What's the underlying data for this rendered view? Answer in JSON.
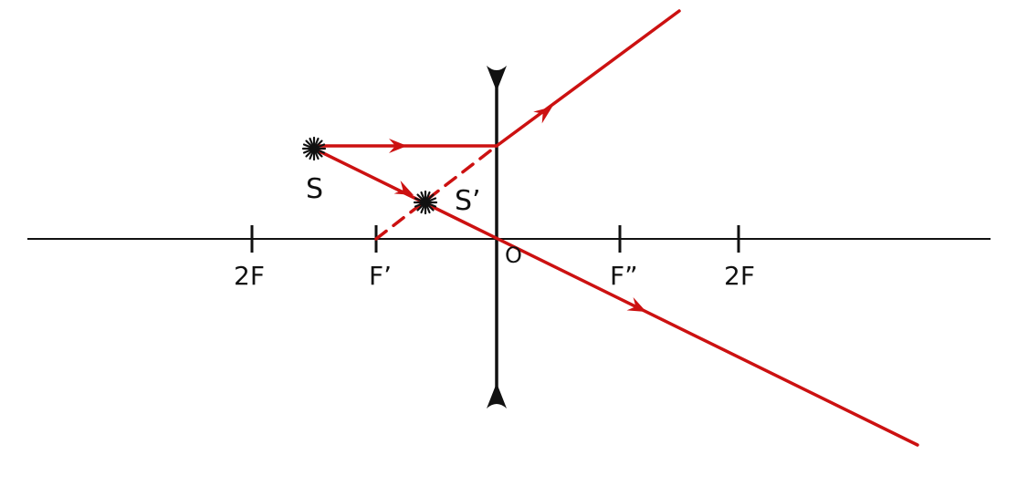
{
  "colors": {
    "ray": "#cc1111",
    "axis": "#111111",
    "lens": "#111111",
    "background": "#ffffff"
  },
  "labels": {
    "point_source": "S",
    "image_point": "S’",
    "optical_center": "O",
    "focus_left": "F’",
    "focus_right": "F”",
    "double_focus_left": "2F",
    "double_focus_right": "2F"
  },
  "icons": {
    "source_marker": "star-icon",
    "image_marker": "star-icon",
    "ray_direction": "arrowhead-icon"
  },
  "lens": {
    "type": "diverging"
  }
}
